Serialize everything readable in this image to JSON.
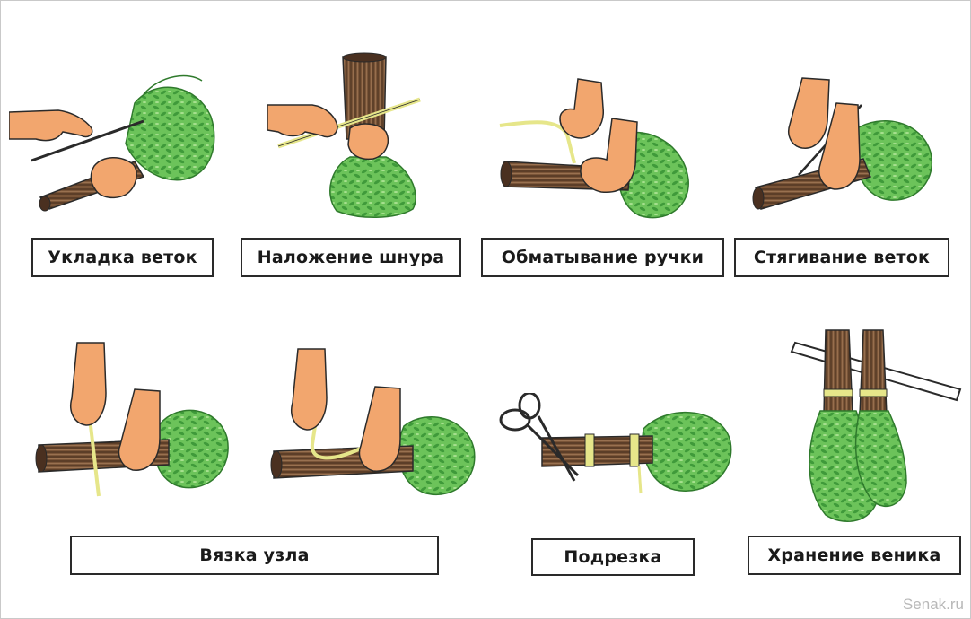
{
  "steps": [
    {
      "label": "Укладка веток"
    },
    {
      "label": "Наложение шнура"
    },
    {
      "label": "Обматывание ручки"
    },
    {
      "label": "Стягивание веток"
    },
    {
      "label": "Вязка узла"
    },
    {
      "label": "Подрезка"
    },
    {
      "label": "Хранение веника"
    }
  ],
  "watermark": "Senak.ru",
  "colors": {
    "leaves": "#5cb84e",
    "leaves_dark": "#2f7a2c",
    "twigs": "#6b4a32",
    "skin": "#f2a66e",
    "cord": "#e6e68a",
    "outline": "#2a2a2a"
  },
  "icons": [
    "hand-icon",
    "broom-bundle-icon",
    "cord-icon",
    "scissors-icon",
    "storage-pole-icon"
  ]
}
